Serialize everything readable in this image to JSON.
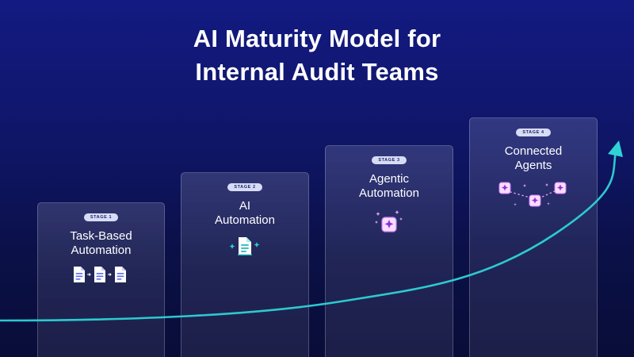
{
  "title": {
    "line1": "AI Maturity Model for",
    "line2": "Internal Audit Teams"
  },
  "stages": [
    {
      "badge": "STAGE 1",
      "title_line1": "Task-Based",
      "title_line2": "Automation",
      "icon": "document-sequence-icon"
    },
    {
      "badge": "STAGE 2",
      "title_line1": "AI",
      "title_line2": "Automation",
      "icon": "sparkle-document-icon"
    },
    {
      "badge": "STAGE 3",
      "title_line1": "Agentic",
      "title_line2": "Automation",
      "icon": "agent-sparkle-icon"
    },
    {
      "badge": "STAGE 4",
      "title_line1": "Connected",
      "title_line2": "Agents",
      "icon": "connected-agents-icon"
    }
  ],
  "colors": {
    "background_top": "#131a82",
    "background_bottom": "#090d38",
    "growth_curve": "#2ed3d6",
    "document_icon": "#5f6df0",
    "ai_document_icon": "#2ed3d6",
    "agent_icon": "#e6a0ff"
  }
}
